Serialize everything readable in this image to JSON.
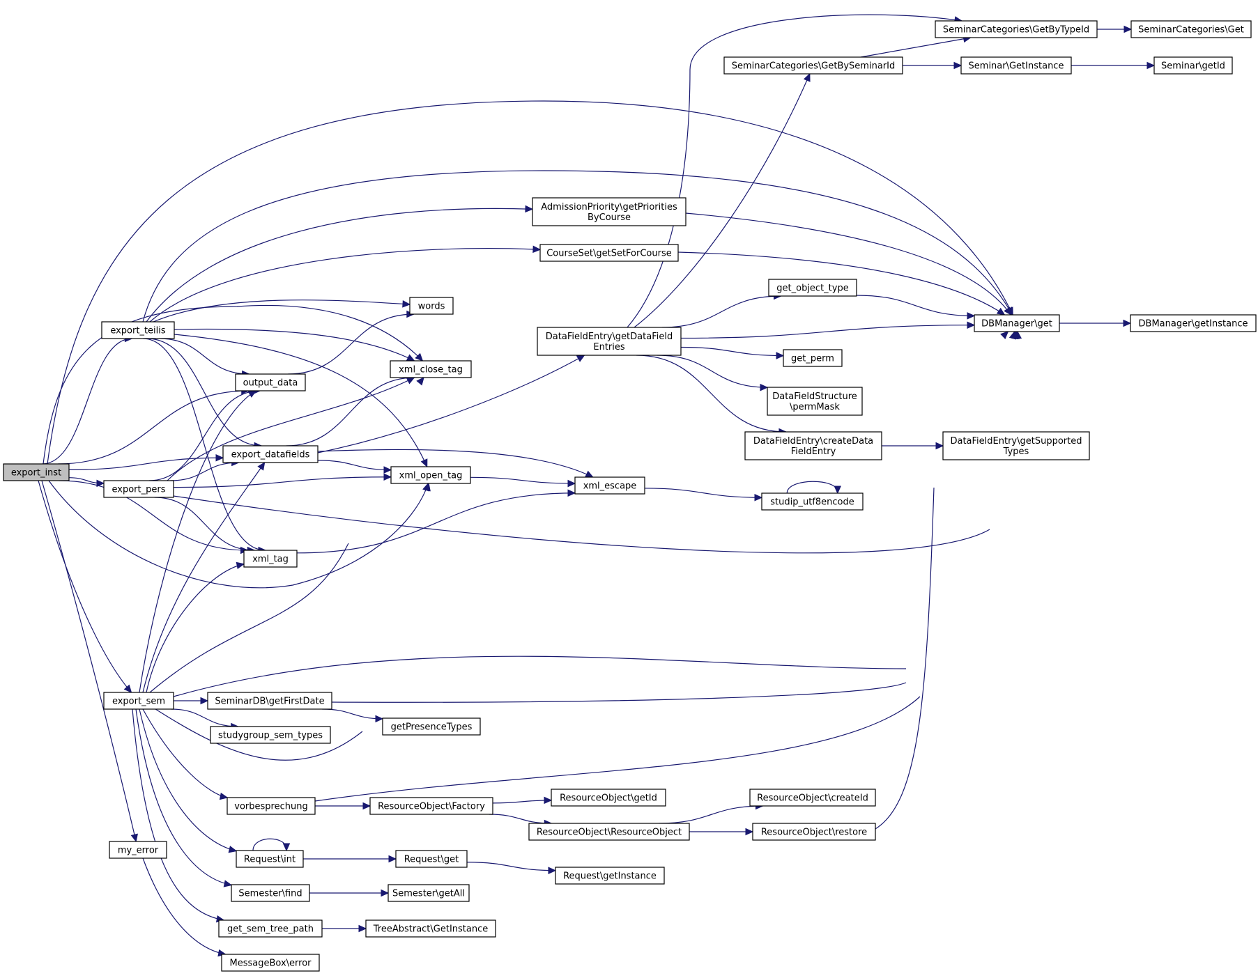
{
  "colors": {
    "edge": "#191970",
    "node_border": "#000000",
    "root_fill": "#bfbfbf",
    "node_fill": "#ffffff"
  },
  "nodes": [
    {
      "id": "export_inst",
      "lines": [
        "export_inst"
      ],
      "root": true
    },
    {
      "id": "export_teilis",
      "lines": [
        "export_teilis"
      ]
    },
    {
      "id": "export_pers",
      "lines": [
        "export_pers"
      ]
    },
    {
      "id": "export_sem",
      "lines": [
        "export_sem"
      ]
    },
    {
      "id": "my_error",
      "lines": [
        "my_error"
      ]
    },
    {
      "id": "output_data",
      "lines": [
        "output_data"
      ]
    },
    {
      "id": "export_datafields",
      "lines": [
        "export_datafields"
      ]
    },
    {
      "id": "xml_tag",
      "lines": [
        "xml_tag"
      ]
    },
    {
      "id": "words",
      "lines": [
        "words"
      ]
    },
    {
      "id": "xml_close_tag",
      "lines": [
        "xml_close_tag"
      ]
    },
    {
      "id": "xml_open_tag",
      "lines": [
        "xml_open_tag"
      ]
    },
    {
      "id": "xml_escape",
      "lines": [
        "xml_escape"
      ]
    },
    {
      "id": "studip_utf8encode",
      "lines": [
        "studip_utf8encode"
      ]
    },
    {
      "id": "adm_prio",
      "lines": [
        "AdmissionPriority\\getPriorities",
        "ByCourse"
      ]
    },
    {
      "id": "courseset",
      "lines": [
        "CourseSet\\getSetForCourse"
      ]
    },
    {
      "id": "dfe_get",
      "lines": [
        "DataFieldEntry\\getDataField",
        "Entries"
      ]
    },
    {
      "id": "get_object_type",
      "lines": [
        "get_object_type"
      ]
    },
    {
      "id": "get_perm",
      "lines": [
        "get_perm"
      ]
    },
    {
      "id": "dfs_perm",
      "lines": [
        "DataFieldStructure",
        "\\permMask"
      ]
    },
    {
      "id": "dfe_create",
      "lines": [
        "DataFieldEntry\\createData",
        "FieldEntry"
      ]
    },
    {
      "id": "dfe_supported",
      "lines": [
        "DataFieldEntry\\getSupported",
        "Types"
      ]
    },
    {
      "id": "dbm_get",
      "lines": [
        "DBManager\\get"
      ]
    },
    {
      "id": "dbm_inst",
      "lines": [
        "DBManager\\getInstance"
      ]
    },
    {
      "id": "semcat_byseminar",
      "lines": [
        "SeminarCategories\\GetBySeminarId"
      ]
    },
    {
      "id": "semcat_bytype",
      "lines": [
        "SeminarCategories\\GetByTypeId"
      ]
    },
    {
      "id": "semcat_get",
      "lines": [
        "SeminarCategories\\Get"
      ]
    },
    {
      "id": "seminar_getinst",
      "lines": [
        "Seminar\\GetInstance"
      ]
    },
    {
      "id": "seminar_getid",
      "lines": [
        "Seminar\\getId"
      ]
    },
    {
      "id": "semdb_first",
      "lines": [
        "SeminarDB\\getFirstDate"
      ]
    },
    {
      "id": "studygroup",
      "lines": [
        "studygroup_sem_types"
      ]
    },
    {
      "id": "presence",
      "lines": [
        "getPresenceTypes"
      ]
    },
    {
      "id": "vorbesprechung",
      "lines": [
        "vorbesprechung"
      ]
    },
    {
      "id": "ro_factory",
      "lines": [
        "ResourceObject\\Factory"
      ]
    },
    {
      "id": "ro_getid",
      "lines": [
        "ResourceObject\\getId"
      ]
    },
    {
      "id": "ro_ro",
      "lines": [
        "ResourceObject\\ResourceObject"
      ]
    },
    {
      "id": "ro_createid",
      "lines": [
        "ResourceObject\\createId"
      ]
    },
    {
      "id": "ro_restore",
      "lines": [
        "ResourceObject\\restore"
      ]
    },
    {
      "id": "req_int",
      "lines": [
        "Request\\int"
      ]
    },
    {
      "id": "req_get",
      "lines": [
        "Request\\get"
      ]
    },
    {
      "id": "req_inst",
      "lines": [
        "Request\\getInstance"
      ]
    },
    {
      "id": "sem_find",
      "lines": [
        "Semester\\find"
      ]
    },
    {
      "id": "sem_getall",
      "lines": [
        "Semester\\getAll"
      ]
    },
    {
      "id": "sem_tree",
      "lines": [
        "get_sem_tree_path"
      ]
    },
    {
      "id": "tree_inst",
      "lines": [
        "TreeAbstract\\GetInstance"
      ]
    },
    {
      "id": "msgbox",
      "lines": [
        "MessageBox\\error"
      ]
    }
  ],
  "edges": [
    [
      "export_inst",
      "export_teilis"
    ],
    [
      "export_inst",
      "export_pers"
    ],
    [
      "export_inst",
      "export_sem"
    ],
    [
      "export_inst",
      "my_error"
    ],
    [
      "export_inst",
      "output_data"
    ],
    [
      "export_inst",
      "export_datafields"
    ],
    [
      "export_inst",
      "xml_tag"
    ],
    [
      "export_inst",
      "xml_open_tag"
    ],
    [
      "export_inst",
      "xml_close_tag"
    ],
    [
      "export_inst",
      "dbm_get"
    ],
    [
      "export_teilis",
      "dbm_get"
    ],
    [
      "export_teilis",
      "adm_prio"
    ],
    [
      "export_teilis",
      "courseset"
    ],
    [
      "export_teilis",
      "words"
    ],
    [
      "export_teilis",
      "xml_close_tag"
    ],
    [
      "export_teilis",
      "output_data"
    ],
    [
      "export_teilis",
      "export_datafields"
    ],
    [
      "export_teilis",
      "xml_tag"
    ],
    [
      "export_teilis",
      "xml_open_tag"
    ],
    [
      "export_pers",
      "output_data"
    ],
    [
      "export_pers",
      "export_datafields"
    ],
    [
      "export_pers",
      "xml_close_tag"
    ],
    [
      "export_pers",
      "xml_open_tag"
    ],
    [
      "export_pers",
      "xml_tag"
    ],
    [
      "export_pers",
      "dbm_get"
    ],
    [
      "export_sem",
      "dbm_get"
    ],
    [
      "export_sem",
      "semdb_first"
    ],
    [
      "export_sem",
      "studygroup"
    ],
    [
      "export_sem",
      "vorbesprechung"
    ],
    [
      "export_sem",
      "req_int"
    ],
    [
      "export_sem",
      "sem_find"
    ],
    [
      "export_sem",
      "sem_tree"
    ],
    [
      "export_sem",
      "output_data"
    ],
    [
      "export_sem",
      "export_datafields"
    ],
    [
      "export_sem",
      "xml_tag"
    ],
    [
      "export_sem",
      "xml_close_tag"
    ],
    [
      "export_sem",
      "xml_open_tag"
    ],
    [
      "my_error",
      "msgbox"
    ],
    [
      "output_data",
      "words"
    ],
    [
      "export_datafields",
      "xml_close_tag"
    ],
    [
      "export_datafields",
      "xml_open_tag"
    ],
    [
      "export_datafields",
      "xml_escape"
    ],
    [
      "export_datafields",
      "dfe_get"
    ],
    [
      "xml_tag",
      "xml_escape"
    ],
    [
      "xml_open_tag",
      "xml_escape"
    ],
    [
      "xml_escape",
      "studip_utf8encode"
    ],
    [
      "studip_utf8encode",
      "studip_utf8encode"
    ],
    [
      "adm_prio",
      "dbm_get"
    ],
    [
      "courseset",
      "dbm_get"
    ],
    [
      "dfe_get",
      "dbm_get"
    ],
    [
      "dfe_get",
      "get_object_type"
    ],
    [
      "dfe_get",
      "get_perm"
    ],
    [
      "dfe_get",
      "dfs_perm"
    ],
    [
      "dfe_get",
      "dfe_create"
    ],
    [
      "dfe_get",
      "semcat_byseminar"
    ],
    [
      "dfe_get",
      "semcat_bytype"
    ],
    [
      "get_object_type",
      "dbm_get"
    ],
    [
      "dfe_create",
      "dfe_supported"
    ],
    [
      "dbm_get",
      "dbm_inst"
    ],
    [
      "semcat_byseminar",
      "semcat_bytype"
    ],
    [
      "semcat_byseminar",
      "seminar_getinst"
    ],
    [
      "semcat_bytype",
      "semcat_get"
    ],
    [
      "seminar_getinst",
      "seminar_getid"
    ],
    [
      "semdb_first",
      "dbm_get"
    ],
    [
      "semdb_first",
      "presence"
    ],
    [
      "vorbesprechung",
      "ro_factory"
    ],
    [
      "vorbesprechung",
      "dbm_get"
    ],
    [
      "ro_factory",
      "ro_getid"
    ],
    [
      "ro_factory",
      "ro_ro"
    ],
    [
      "ro_ro",
      "ro_createid"
    ],
    [
      "ro_ro",
      "ro_restore"
    ],
    [
      "ro_restore",
      "dbm_get"
    ],
    [
      "req_int",
      "req_int"
    ],
    [
      "req_int",
      "req_get"
    ],
    [
      "req_get",
      "req_inst"
    ],
    [
      "sem_find",
      "sem_getall"
    ],
    [
      "sem_tree",
      "tree_inst"
    ]
  ]
}
